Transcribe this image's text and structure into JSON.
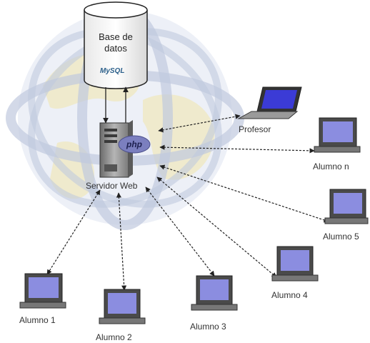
{
  "database": {
    "title_line1": "Base de",
    "title_line2": "datos",
    "logo_text": "MySQL"
  },
  "server": {
    "label": "Servidor Web",
    "php_logo": "php"
  },
  "clients": {
    "profesor": "Profesor",
    "alumno_n": "Alumno n",
    "alumno_5": "Alumno 5",
    "alumno_4": "Alumno 4",
    "alumno_3": "Alumno 3",
    "alumno_2": "Alumno 2",
    "alumno_1": "Alumno 1"
  },
  "colors": {
    "globe": "#c9d2e6",
    "land": "#f0ebc6",
    "screen": "#7d7fd9",
    "monitor": "#4a4a4a",
    "server": "#8a8a8a"
  }
}
